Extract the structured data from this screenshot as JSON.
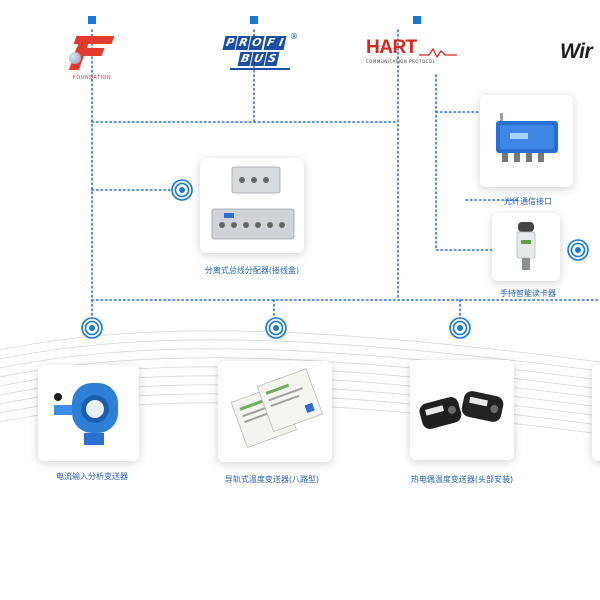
{
  "protocols": [
    {
      "id": "foundation",
      "caption": "FOUNDATION"
    },
    {
      "id": "profibus",
      "word1": [
        "P",
        "R",
        "O",
        "F",
        "I"
      ],
      "word2": [
        "B",
        "U",
        "S"
      ],
      "reg": "®"
    },
    {
      "id": "hart",
      "word": "HART",
      "caption": "COMMUNICATION PROTOCOL"
    },
    {
      "id": "wireless",
      "word": "Wir"
    }
  ],
  "devices": {
    "junction_box": {
      "label": "光纤通信接口"
    },
    "ir_sensor": {
      "label": "手持智能读卡器"
    },
    "splitter": {
      "label": "分离式总线分配器(接线盒)"
    },
    "field_transmitter": {
      "label": "电流输入分析变送器"
    },
    "rail_module": {
      "label": "导轨式温度变送器(八路型)"
    },
    "head_module": {
      "label": "热电偶温度变送器(头部安装)"
    }
  },
  "colors": {
    "accent": "#1a78d2",
    "dotted_line": "#2a6fd0",
    "label_text": "#1e5fb4",
    "hart_red": "#d9261c",
    "profibus_blue": "#1b4fa3"
  }
}
